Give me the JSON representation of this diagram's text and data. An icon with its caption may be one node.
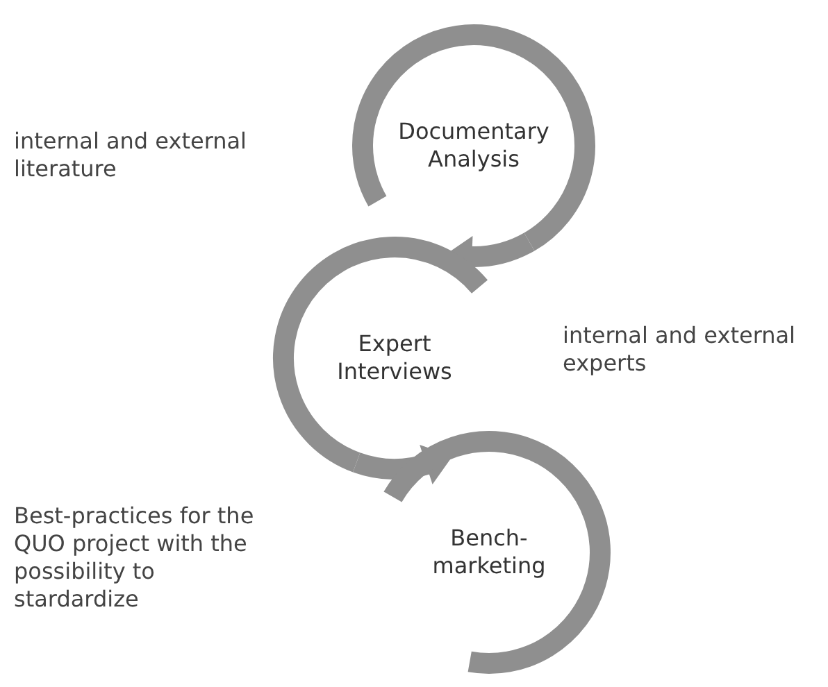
{
  "diagram": {
    "nodes": [
      {
        "text": [
          "Documentary Analysis"
        ]
      },
      {
        "text": [
          "Expert Interviews"
        ]
      },
      {
        "text": [
          "Bench-marketing"
        ]
      }
    ],
    "edges": [
      {
        "from": 0,
        "to": 1,
        "arrow": "to"
      },
      {
        "from": 1,
        "to": 2,
        "arrow": "to"
      }
    ],
    "labels": [
      "internal and external literature",
      "internal and external experts",
      "Best-practices for the QUO project with the possibility to stardardize"
    ]
  }
}
